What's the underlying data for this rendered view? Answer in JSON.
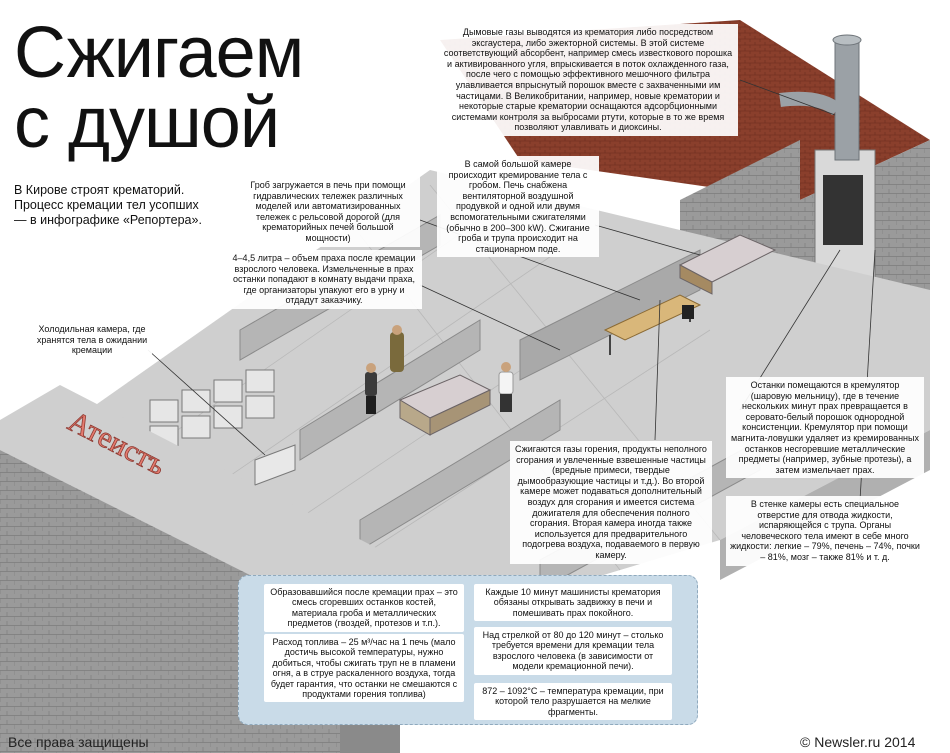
{
  "header": {
    "title_line1": "Сжигаем",
    "title_line2": "с душой",
    "lead": "В Кирове строят крематорий. Процесс кремации тел усопших — в инфографике «Репортера»."
  },
  "illustration": {
    "sign_text": "Атеистъ"
  },
  "notes": {
    "gases": "Дымовые газы выводятся из крематория либо посредством эксгаустера, либо эжекторной системы. В этой системе соответствующий абсорбент, например смесь известкового порошка и активированного угля, впрыскивается в поток охлажденного газа, после чего с помощью эффективного мешочного фильтра улавливается впрыснутый порошок вместе с захваченными им частицами. В Великобритании, например, новые крематории и некоторые старые крематории оснащаются адсорбционными системами контроля за выбросами ртути, которые в то же время позволяют улавливать и диоксины.",
    "chamber": "В самой большой камере происходит кремирование тела с гробом. Печь снабжена вентиляторной воздушной продувкой и одной или двумя вспомогательными сжигателями (обычно в 200–300 kW). Сжигание гроба и трупа происходит на стационарном поде.",
    "loading": "Гроб загружается в печь при помощи гидравлических тележек различных моделей или автоматизированных тележек с рельсовой дорогой (для крематорийных печей большой мощности)",
    "ash": "4–4,5 литра – объем праха после кремации взрослого человека. Измельченные в прах останки попадают в комнату выдачи праха, где организаторы упакуют его в урну и отдадут заказчику.",
    "cold": "Холодильная камера, где хранятся тела в ожидании кремации",
    "cremulator": "Останки помещаются в кремулятор (шаровую мельницу), где в течение нескольких минут прах превращается в серовато-белый порошок однородной консистенции. Кремулятор при помощи магнита-ловушки удаляет из кремированных останков несгоревшие металлические предметы (например, зубные протезы), а затем измельчает прах.",
    "combustion": "Сжигаются газы горения, продукты неполного сгорания и увлеченные взвешенные частицы (вредные примеси, твердые дымообразующие частицы и т.д.). Во второй камере может подаваться дополнительный воздух для сгорания и имеется система дожигателя для обеспечения полного сгорания. Вторая камера иногда также используется для предварительного подогрева воздуха, подаваемого в первую камеру.",
    "liquid": "В стенке камеры есть специальное отверстие для отвода жидкости, испаряющейся с трупа. Органы человеческого тела имеют в себе много жидкости: легкие – 79%, печень – 74%, почки – 81%, мозг – также 81% и т. д."
  },
  "facts": {
    "residue": "Образовавшийся после кремации прах – это смесь сгоревших останков костей, материала гроба и металлических предметов (гвоздей, протезов и т.п.).",
    "fuel": "Расход топлива – 25 м³/час на 1 печь (мало достичь высокой температуры, нужно добиться, чтобы сжигать труп не в пламени огня, а в струе раскаленного воздуха, тогда будет гарантия, что останки не смешаются с продуктами горения топлива)",
    "valve": "Каждые 10 минут машинисты крематория обязаны открывать задвижку в печи и помешивать прах покойного.",
    "time": "Над стрелкой от 80 до 120 минут – столько требуется времени для кремации тела взрослого человека (в зависимости от модели кремационной печи).",
    "temperature": "872 – 1092°С – температура кремации, при которой тело разрушается на мелкие фрагменты."
  },
  "footer": {
    "rights": "Все права защищены",
    "copyright": "© Newsler.ru 2014"
  }
}
